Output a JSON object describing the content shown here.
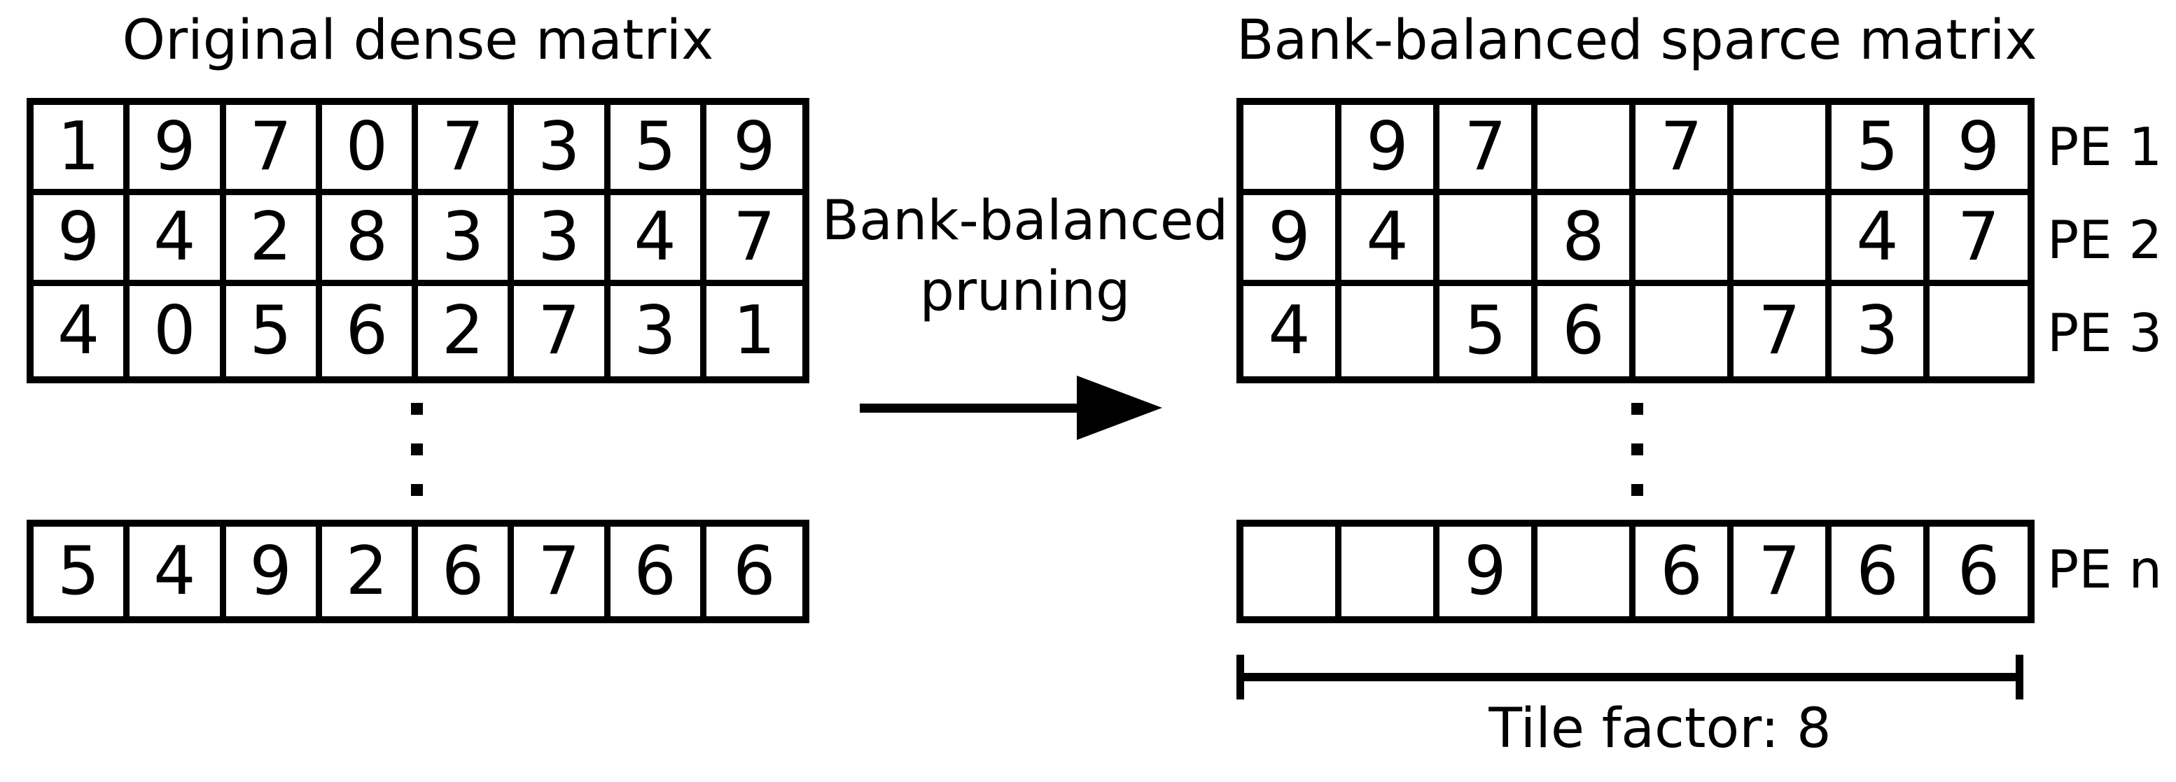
{
  "left_panel": {
    "title": "Original dense matrix",
    "matrix_rows": [
      [
        "1",
        "9",
        "7",
        "0",
        "7",
        "3",
        "5",
        "9"
      ],
      [
        "9",
        "4",
        "2",
        "8",
        "3",
        "3",
        "4",
        "7"
      ],
      [
        "4",
        "0",
        "5",
        "6",
        "2",
        "7",
        "3",
        "1"
      ]
    ],
    "last_row": [
      "5",
      "4",
      "9",
      "2",
      "6",
      "7",
      "6",
      "6"
    ]
  },
  "transform": {
    "label_line1": "Bank-balanced",
    "label_line2": "pruning"
  },
  "right_panel": {
    "title": "Bank-balanced sparce matrix",
    "matrix_rows": [
      [
        "",
        "9",
        "7",
        "",
        "7",
        "",
        "5",
        "9"
      ],
      [
        "9",
        "4",
        "",
        "8",
        "",
        "",
        "4",
        "7"
      ],
      [
        "4",
        "",
        "5",
        "6",
        "",
        "7",
        "3",
        ""
      ]
    ],
    "last_row": [
      "",
      "",
      "9",
      "",
      "6",
      "7",
      "6",
      "6"
    ],
    "pe_row_labels": [
      "PE 1",
      "PE 2",
      "PE 3"
    ],
    "pe_last_row_label": "PE n",
    "tile_factor_label": "Tile factor: 8"
  },
  "icons": {
    "vertical_ellipsis": "⋮",
    "arrow": "→"
  },
  "colors": {
    "ink": "#000000",
    "background": "#ffffff"
  }
}
